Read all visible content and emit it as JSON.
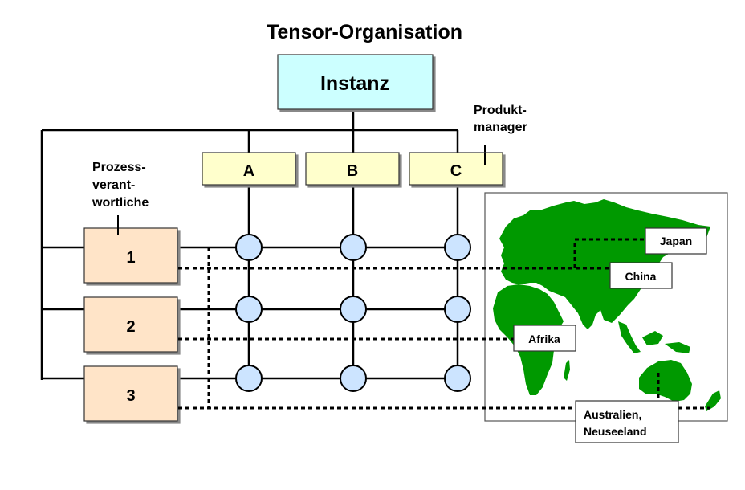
{
  "title": "Tensor-Organisation",
  "instance": {
    "label": "Instanz",
    "color": "#ccffff"
  },
  "product_managers": {
    "annotation": [
      "Produkt-",
      "manager"
    ],
    "color": "#ffffcc",
    "items": [
      {
        "label": "A"
      },
      {
        "label": "B"
      },
      {
        "label": "C"
      }
    ]
  },
  "process_owners": {
    "annotation": [
      "Prozess-",
      "verant-",
      "wortliche"
    ],
    "color": "#ffe4c8",
    "items": [
      {
        "label": "1"
      },
      {
        "label": "2"
      },
      {
        "label": "3"
      }
    ]
  },
  "matrix_node_color": "#cce4ff",
  "map": {
    "land_color": "#009900",
    "regions": [
      {
        "label": "Japan"
      },
      {
        "label": "China"
      },
      {
        "label": "Afrika"
      },
      {
        "label": "Australien,",
        "label2": "Neuseeland"
      }
    ]
  }
}
